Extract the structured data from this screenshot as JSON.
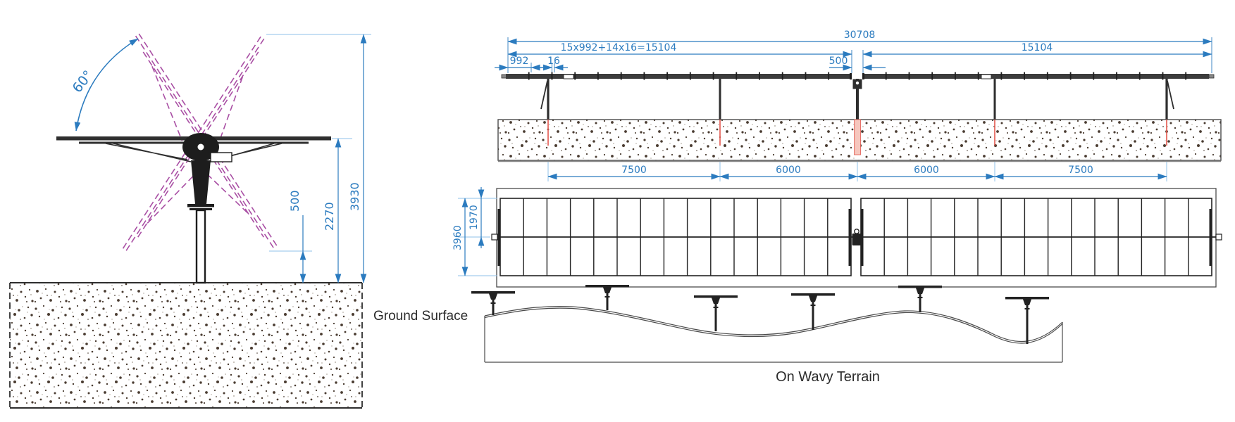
{
  "colors": {
    "dimension_blue": "#2b7bbf",
    "extension_blue": "#8fc0e8",
    "tilt_magenta": "#a94fa4",
    "pile_red": "#e2574d",
    "pile_pink": "#f6c6bd",
    "line_dark": "#2e2e2e",
    "text_dark": "#2b2b2b"
  },
  "side_view": {
    "tilt_angle": "60°",
    "ground_clearance": "500",
    "hub_height": "2270",
    "max_tip_height": "3930"
  },
  "front_view": {
    "total_width": "30708",
    "left_row_formula": "15x992+14x16=15104",
    "right_row_width": "15104",
    "module_width": "992",
    "module_gap": "16",
    "row_gap": "500",
    "post_spacings": [
      "7500",
      "6000",
      "6000",
      "7500"
    ]
  },
  "plan_view": {
    "table_width": "3960",
    "half_table_width": "1970"
  },
  "terrain_view": {
    "ground_label": "Ground Surface",
    "caption": "On Wavy Terrain"
  }
}
